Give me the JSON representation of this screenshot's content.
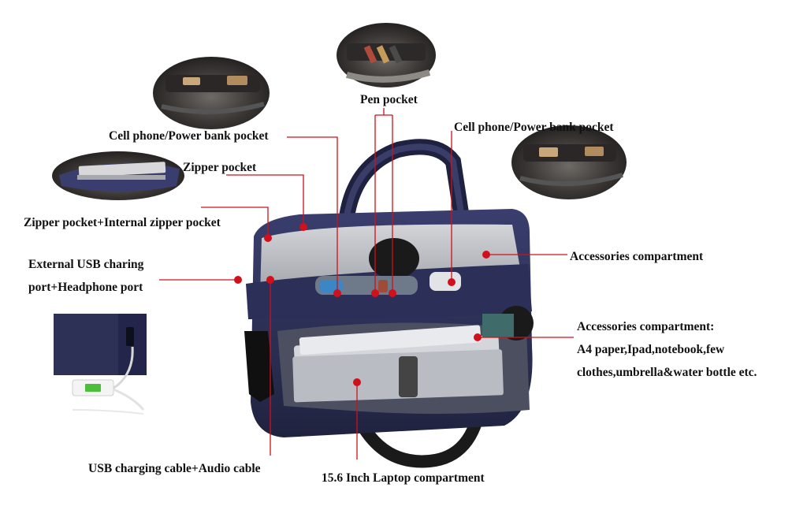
{
  "labels": {
    "pen_pocket": "Pen pocket",
    "cell_phone_left": "Cell phone/Power bank pocket",
    "cell_phone_right": "Cell phone/Power bank pocket",
    "zipper_pocket": "Zipper pocket",
    "zipper_internal": "Zipper pocket+Internal zipper pocket",
    "usb_port_line1": "External USB charing",
    "usb_port_line2": "port+Headphone port",
    "accessories": "Accessories compartment",
    "accessories_detail_line1": "Accessories compartment:",
    "accessories_detail_line2": "A4 paper,Ipad,notebook,few",
    "accessories_detail_line3": "clothes,umbrella&water bottle etc.",
    "usb_cable": "USB charging cable+Audio cable",
    "laptop": "15.6 Inch Laptop compartment"
  },
  "colors": {
    "leader_line": "#d0101a",
    "bag_body": "#2c2f58",
    "bag_dark": "#1b1d36",
    "lining": "#b9bcc2",
    "strap": "#1a1a1a",
    "text": "#111111"
  }
}
